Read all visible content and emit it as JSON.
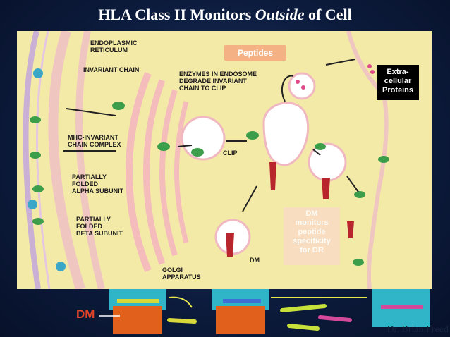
{
  "title": {
    "pre": "HLA Class II Monitors ",
    "italic": "Outside",
    "post": " of Cell"
  },
  "peptides_label": "Peptides",
  "extra_label": "Extra-\ncellular\nProteins",
  "dm_box_text": "DM\nmonitors\npeptide\nspecificity\nfor DR",
  "labels": {
    "er": "ENDOPLASMIC\nRETICULUM",
    "invariant_chain": "INVARIANT CHAIN",
    "enzymes": "ENZYMES IN ENDOSOME\nDEGRADE INVARIANT\nCHAIN TO CLIP",
    "mhc_complex": "MHC-INVARIANT\nCHAIN COMPLEX",
    "clip": "CLIP",
    "alpha": "PARTIALLY\nFOLDED\nALPHA SUBUNIT",
    "beta": "PARTIALLY\nFOLDED\nBETA SUBUNIT",
    "golgi": "GOLGI\nAPPARATUS",
    "dm": "DM"
  },
  "dm_bottom_label": "DM",
  "credit": "Dr. Brian Freed",
  "colors": {
    "panel": "#f4eaa8",
    "peptides_box": "#f4b183",
    "dm_label": "#e0452a",
    "extra_box": "#000000",
    "background": "#0c1b3c"
  }
}
